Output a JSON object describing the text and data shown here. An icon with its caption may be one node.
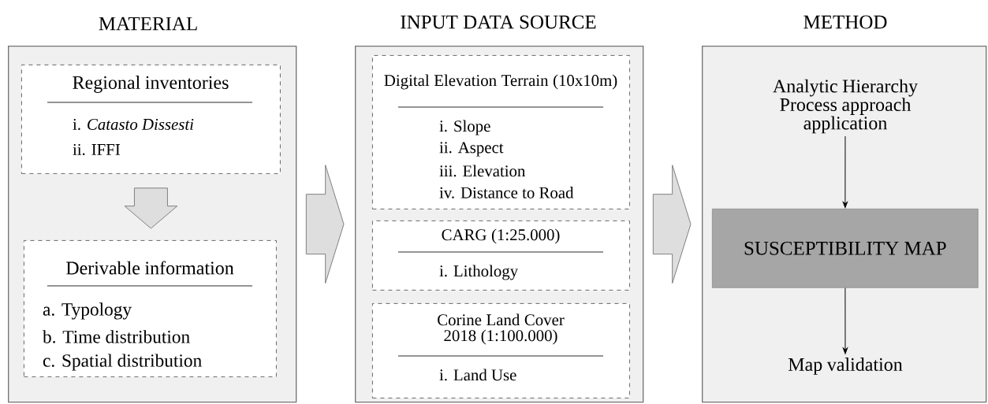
{
  "diagram": {
    "nodes": [
      {
        "text": [
          "MATERIAL"
        ]
      },
      {
        "text": [
          "Regional inventories",
          "i. *Catasto Dissesti*",
          "ii. IFFI"
        ],
        "in": 0
      },
      {
        "text": [
          "Derivable information",
          "a. Typology",
          "b. Time distribution",
          "c. Spatial distribution"
        ],
        "in": 0
      },
      {
        "text": [
          "INPUT DATA SOURCE"
        ]
      },
      {
        "text": [
          "Digital Elevation Terrain (10x10m)",
          "i. Slope",
          "ii. Aspect",
          "iii. Elevation",
          "iv. Distance to Road"
        ],
        "in": 3
      },
      {
        "text": [
          "CARG (1:25.000)",
          "i. Lithology"
        ],
        "in": 3
      },
      {
        "text": [
          "Corine Land Cover 2018 (1:100.000)",
          "i. Land Use"
        ],
        "in": 3
      },
      {
        "text": [
          "METHOD"
        ]
      },
      {
        "text": [
          "Analytic Hierarchy Process approach application"
        ],
        "in": 7
      },
      {
        "text": [
          "SUSCEPTIBILITY MAP"
        ],
        "in": 7
      },
      {
        "text": [
          "Map validation"
        ],
        "in": 7
      }
    ],
    "edges": [
      {
        "from": 1,
        "to": 2,
        "arrow": "to",
        "style": "thick"
      },
      {
        "from": 0,
        "to": 3,
        "arrow": "to",
        "style": "thick"
      },
      {
        "from": 3,
        "to": 7,
        "arrow": "to",
        "style": "thick"
      },
      {
        "from": 8,
        "to": 9,
        "arrow": "to"
      },
      {
        "from": 9,
        "to": 10,
        "arrow": "to"
      }
    ]
  }
}
